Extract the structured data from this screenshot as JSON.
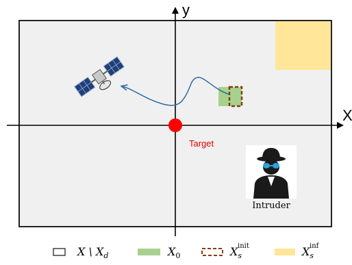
{
  "axes": {
    "x_label": "X",
    "y_label": "y"
  },
  "labels": {
    "target": "Target",
    "intruder": "Intruder"
  },
  "legend": [
    {
      "symbol": "X \\ X",
      "subscript": "d",
      "superscript": "",
      "style": "outline"
    },
    {
      "symbol": "X",
      "subscript": "0",
      "superscript": "",
      "style": "green"
    },
    {
      "symbol": "X",
      "subscript": "s",
      "superscript": "init",
      "style": "dashed"
    },
    {
      "symbol": "X",
      "subscript": "s",
      "superscript": "inf",
      "style": "yellow"
    }
  ],
  "colors": {
    "domain_fill": "#f0f0f0",
    "domain_border": "#222222",
    "green_region": "#a9d18e",
    "init_border": "#843c0c",
    "inf_region": "#ffe699",
    "target": "#ff0000",
    "target_text": "#e00000",
    "trajectory": "#2e6da4"
  },
  "icons": {
    "satellite": "satellite-icon",
    "intruder": "spy-icon"
  }
}
